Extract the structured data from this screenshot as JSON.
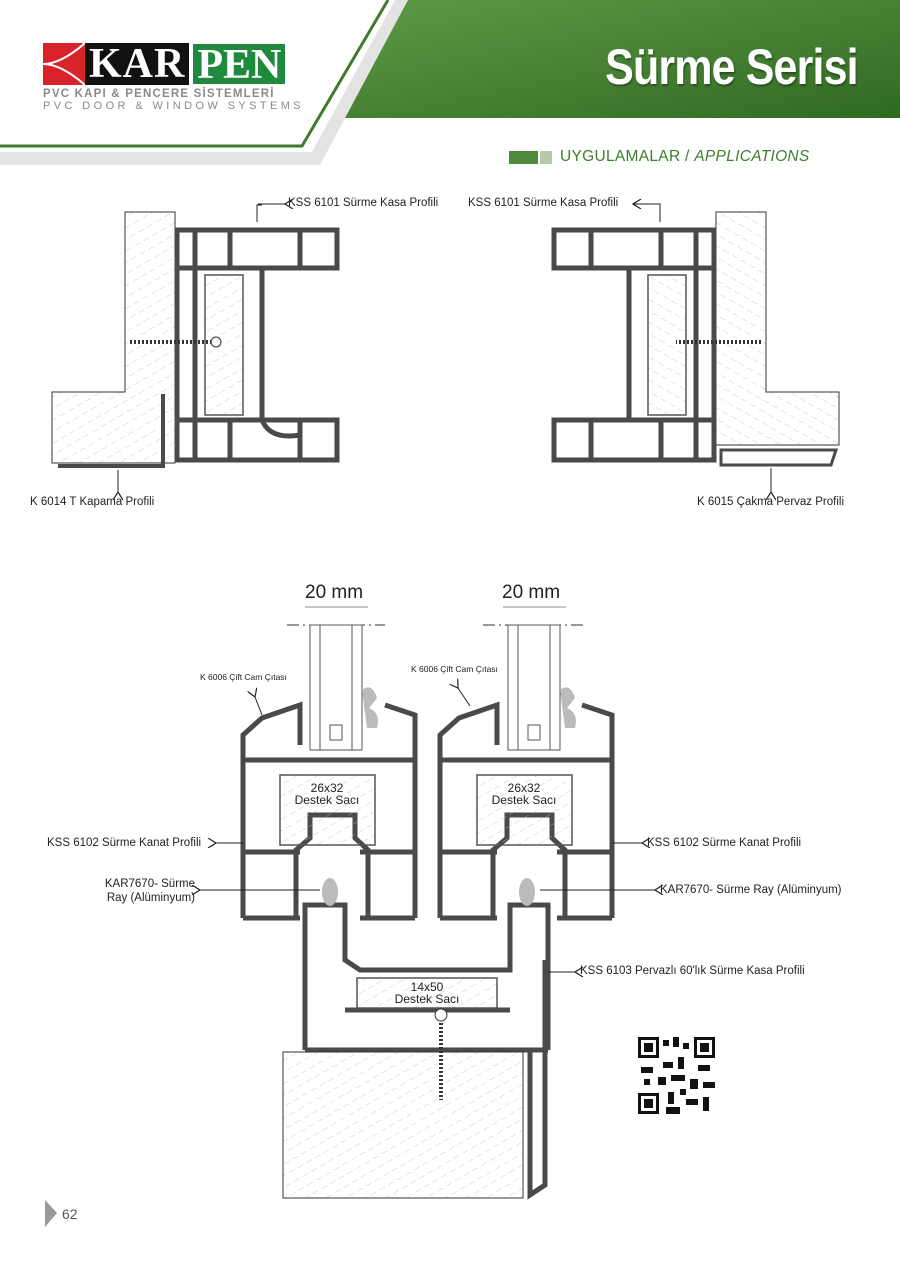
{
  "header": {
    "title": "Sürme Serisi",
    "brand_colors": {
      "green": "#3f7a2e",
      "red": "#d8232a",
      "black": "#111111"
    },
    "logo": {
      "part1": "KAR",
      "part2": "PEN",
      "subtitle_tr": "PVC KAPI & PENCERE SİSTEMLERİ",
      "subtitle_en": "PVC DOOR & WINDOW SYSTEMS"
    }
  },
  "section": {
    "title_tr": "UYGULAMALAR",
    "separator": " / ",
    "title_en": "APPLICATIONS"
  },
  "top_left_detail": {
    "label_top": "KSS 6101 Sürme Kasa Profili",
    "label_bottom": "K 6014 T Kapama Profili"
  },
  "top_right_detail": {
    "label_top": "KSS 6101 Sürme Kasa Profili",
    "label_bottom": "K 6015 Çakma Pervaz Profili"
  },
  "bottom_detail": {
    "glass_left": "20 mm",
    "glass_right": "20 mm",
    "bead_left": "K 6006 Çift Cam Çıtası",
    "bead_right": "K 6006 Çift Cam Çıtası",
    "sash_left": "KSS 6102 Sürme Kanat Profili",
    "sash_right": "KSS 6102 Sürme Kanat Profili",
    "rail_left_line1": "KAR7670- Sürme",
    "rail_left_line2": "Ray (Alüminyum)",
    "rail_right": "KAR7670- Sürme Ray (Alüminyum)",
    "frame": "KSS 6103 Pervazlı 60'lık Sürme Kasa Profili",
    "steel_left_1": "26x32",
    "steel_left_2": "Destek Sacı",
    "steel_right_1": "26x32",
    "steel_right_2": "Destek Sacı",
    "steel_frame_1": "14x50",
    "steel_frame_2": "Destek Sacı"
  },
  "footer": {
    "page_number": "62"
  }
}
